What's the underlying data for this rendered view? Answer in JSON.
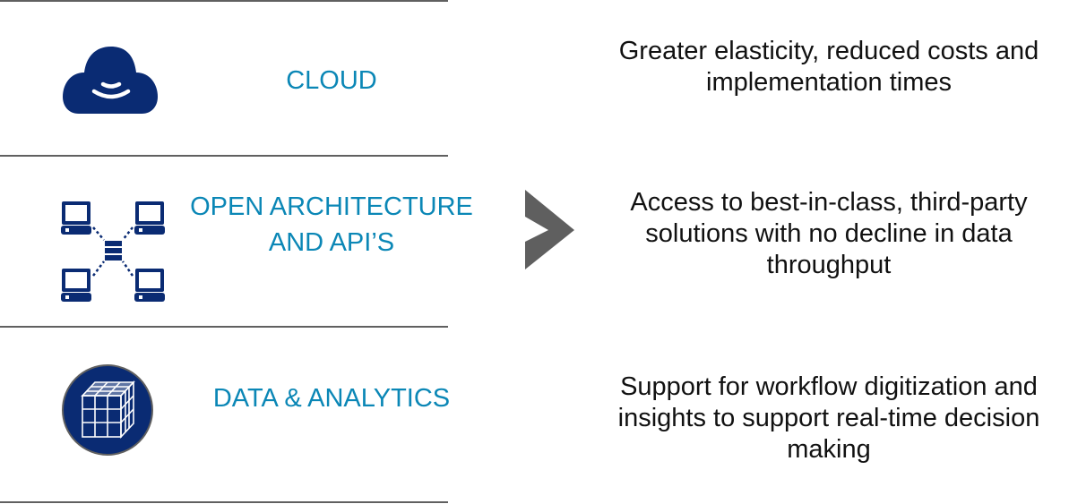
{
  "colors": {
    "label": "#0b87b6",
    "icon": "#0a2b73",
    "divider": "#606060",
    "arrow": "#5f5f5f",
    "text": "#111111"
  },
  "rows": [
    {
      "icon": "cloud-icon",
      "label": "CLOUD",
      "description": "Greater elasticity, reduced costs and implementation times"
    },
    {
      "icon": "network-icon",
      "label": "OPEN ARCHITECTURE AND API’S",
      "description": "Access to best-in-class, third-party solutions with no decline in data throughput"
    },
    {
      "icon": "data-cube-icon",
      "label": "DATA & ANALYTICS",
      "description": "Support for workflow digitization and insights to support real-time decision making"
    }
  ],
  "arrow": "chevron-right-icon"
}
